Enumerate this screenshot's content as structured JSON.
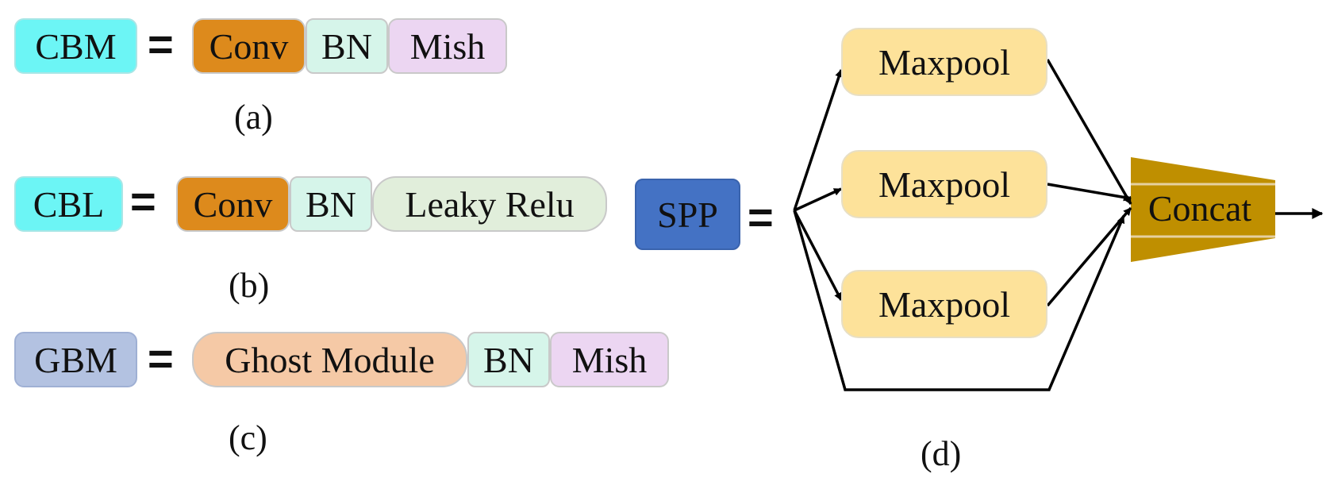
{
  "panels": {
    "a": {
      "caption": "(a)",
      "module": {
        "label": "CBM",
        "color": "#6cf5f5"
      },
      "equals": "=",
      "blocks": [
        {
          "label": "Conv",
          "color": "#dd8a1c"
        },
        {
          "label": "BN",
          "color": "#d6f5ea"
        },
        {
          "label": "Mish",
          "color": "#ecd6f2"
        }
      ]
    },
    "b": {
      "caption": "(b)",
      "module": {
        "label": "CBL",
        "color": "#6cf5f5"
      },
      "equals": "=",
      "blocks": [
        {
          "label": "Conv",
          "color": "#dd8a1c"
        },
        {
          "label": "BN",
          "color": "#d6f5ea"
        },
        {
          "label": "Leaky Relu",
          "color": "#e1eedb"
        }
      ]
    },
    "c": {
      "caption": "(c)",
      "module": {
        "label": "GBM",
        "color": "#b3c2e1"
      },
      "equals": "=",
      "blocks": [
        {
          "label": "Ghost Module",
          "color": "#f5c9a6"
        },
        {
          "label": "BN",
          "color": "#d6f5ea"
        },
        {
          "label": "Mish",
          "color": "#ecd6f2"
        }
      ]
    },
    "d": {
      "caption": "(d)",
      "module": {
        "label": "SPP",
        "color": "#4472c4"
      },
      "equals": "=",
      "maxpools": [
        {
          "label": "Maxpool",
          "color": "#fde29a"
        },
        {
          "label": "Maxpool",
          "color": "#fde29a"
        },
        {
          "label": "Maxpool",
          "color": "#fde29a"
        }
      ],
      "concat": {
        "label": "Concat",
        "color": "#bf8f00"
      }
    }
  }
}
